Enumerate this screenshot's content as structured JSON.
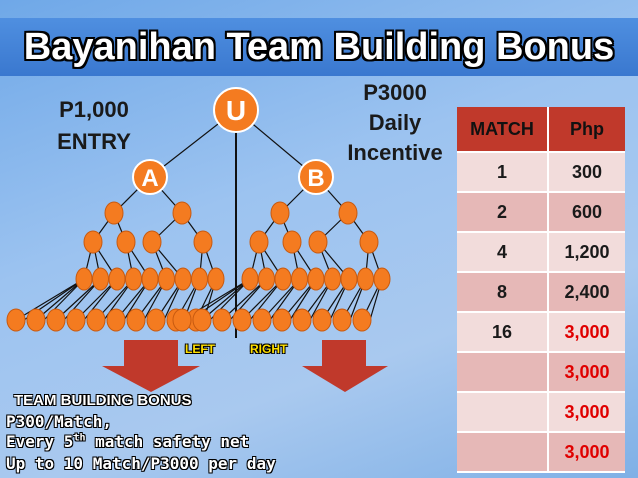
{
  "title": "Bayanihan Team Building Bonus",
  "entry": {
    "line1": "P1,000",
    "line2": "ENTRY"
  },
  "incentive": {
    "line1": "P3000",
    "line2": "Daily",
    "line3": "Incentive"
  },
  "tree": {
    "root": "U",
    "left_node": "A",
    "right_node": "B",
    "left_label": "LEFT",
    "right_label": "RIGHT"
  },
  "table": {
    "headers": [
      "MATCH",
      "Php"
    ],
    "rows": [
      {
        "match": "1",
        "php": "300",
        "highlight": false
      },
      {
        "match": "2",
        "php": "600",
        "highlight": false
      },
      {
        "match": "4",
        "php": "1,200",
        "highlight": false
      },
      {
        "match": "8",
        "php": "2,400",
        "highlight": false
      },
      {
        "match": "16",
        "php": "3,000",
        "highlight": true
      },
      {
        "match": "",
        "php": "3,000",
        "highlight": true
      },
      {
        "match": "",
        "php": "3,000",
        "highlight": true
      },
      {
        "match": "",
        "php": "3,000",
        "highlight": true
      }
    ]
  },
  "bonus": {
    "title": "TEAM BUILDING BONUS",
    "line1": "P300/Match,",
    "line2_pre": "Every 5",
    "line2_sup": "th",
    "line2_post": " match safety net",
    "line3": "Up to 10 Match/P3000 per day"
  },
  "colors": {
    "node": "#f47b20",
    "arrow": "#c0392b",
    "highlight": "#e00000"
  }
}
